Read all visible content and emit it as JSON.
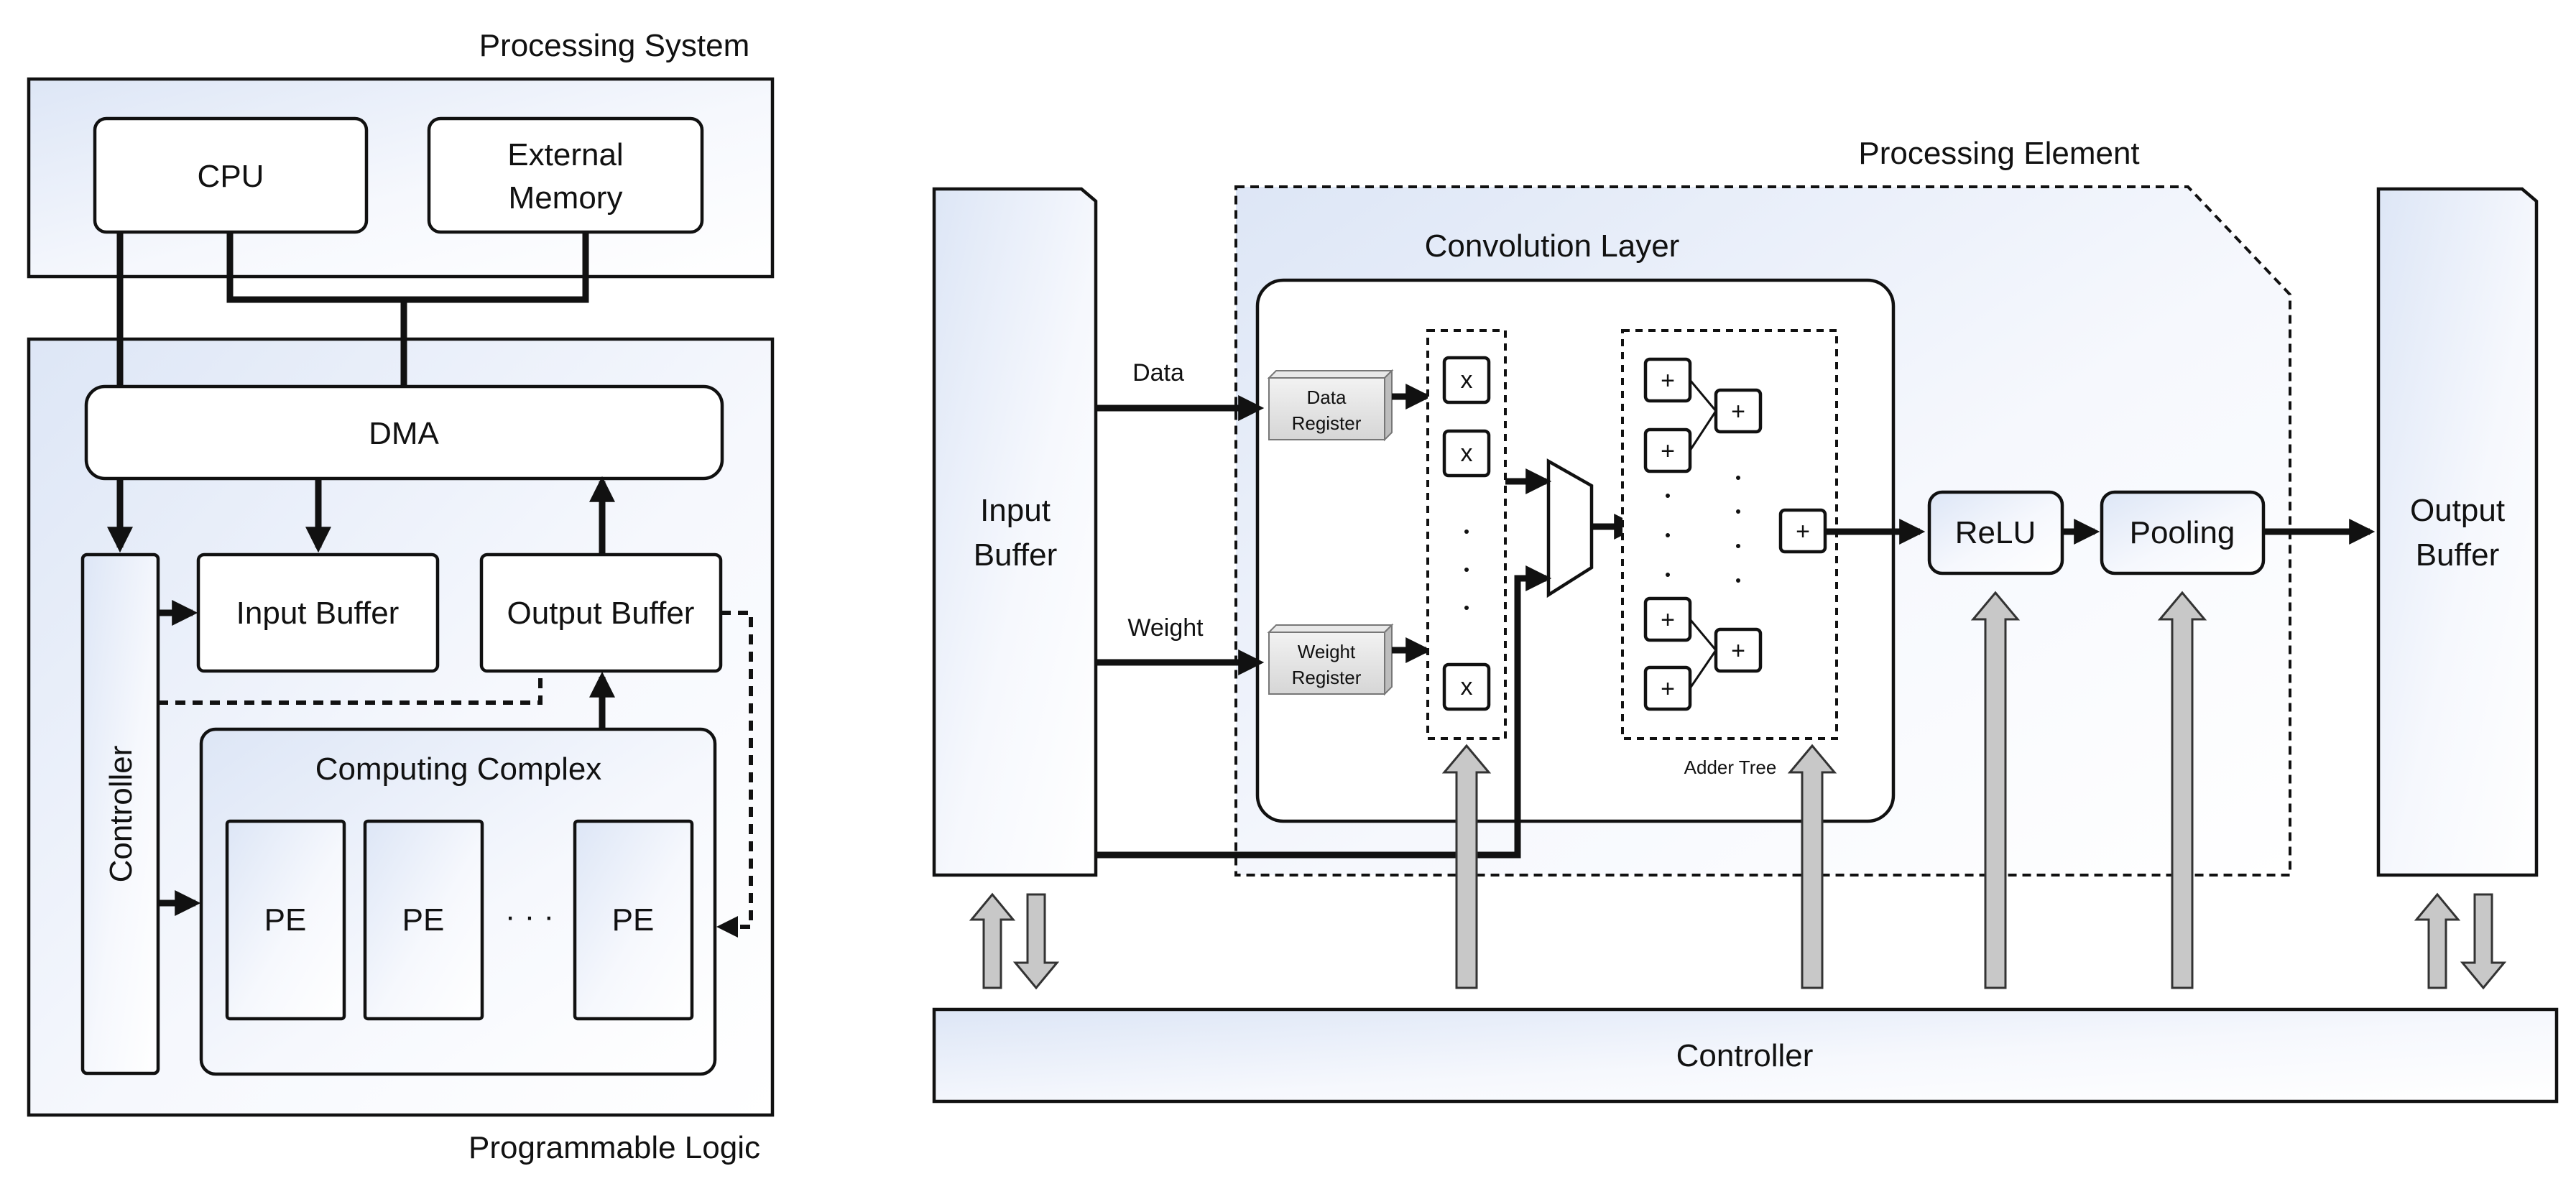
{
  "left_panel": {
    "processing_system_label": "Processing System",
    "cpu_label": "CPU",
    "external_memory_line1": "External",
    "external_memory_line2": "Memory",
    "dma_label": "DMA",
    "controller_label": "Controller",
    "input_buffer_label": "Input Buffer",
    "output_buffer_label": "Output Buffer",
    "computing_complex_label": "Computing Complex",
    "pe_labels": [
      "PE",
      "PE",
      "PE"
    ],
    "pe_ellipsis": "· · ·",
    "programmable_logic_label": "Programmable Logic"
  },
  "right_panel": {
    "input_buffer_line1": "Input",
    "input_buffer_line2": "Buffer",
    "processing_element_label": "Processing Element",
    "convolution_layer_label": "Convolution Layer",
    "data_label": "Data",
    "weight_label": "Weight",
    "data_register_line1": "Data",
    "data_register_line2": "Register",
    "weight_register_line1": "Weight",
    "weight_register_line2": "Register",
    "multiplier_symbol": "x",
    "adder_symbol": "+",
    "adder_tree_label": "Adder Tree",
    "relu_label": "ReLU",
    "pooling_label": "Pooling",
    "output_buffer_line1": "Output",
    "output_buffer_line2": "Buffer",
    "controller_label": "Controller"
  }
}
